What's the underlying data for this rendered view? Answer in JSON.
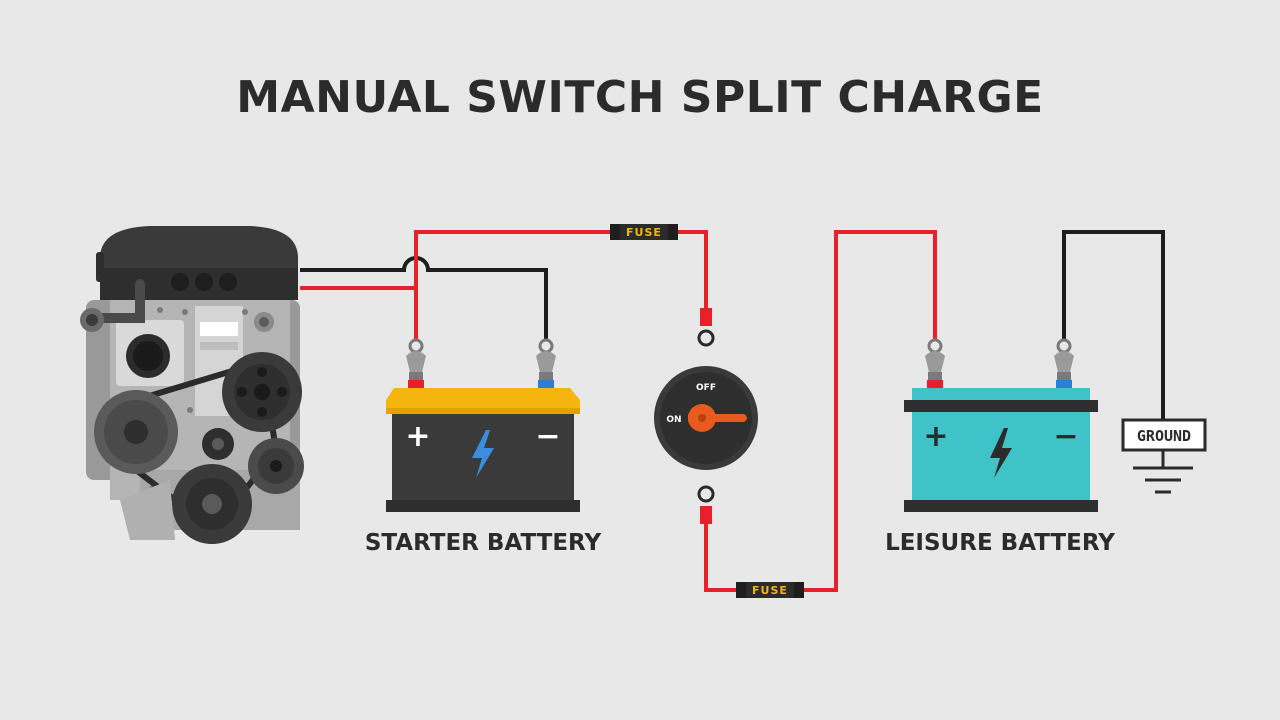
{
  "title": "MANUAL SWITCH SPLIT CHARGE",
  "labels": {
    "starter_battery": "STARTER BATTERY",
    "leisure_battery": "LEISURE BATTERY",
    "ground": "GROUND"
  },
  "fuses": {
    "top": "FUSE",
    "bottom": "FUSE"
  },
  "switch": {
    "off": "OFF",
    "on": "ON"
  },
  "terminals": {
    "plus": "+",
    "minus": "−"
  },
  "colors": {
    "background": "#e8e8e8",
    "wire_positive": "#e8202a",
    "wire_negative": "#1e1e1e",
    "starter_battery_top": "#f5b50f",
    "leisure_battery_body": "#3fc3c9",
    "switch_handle": "#e85a1e",
    "bolt_starter": "#3a8de0",
    "fuse_text": "#f5b50f"
  }
}
